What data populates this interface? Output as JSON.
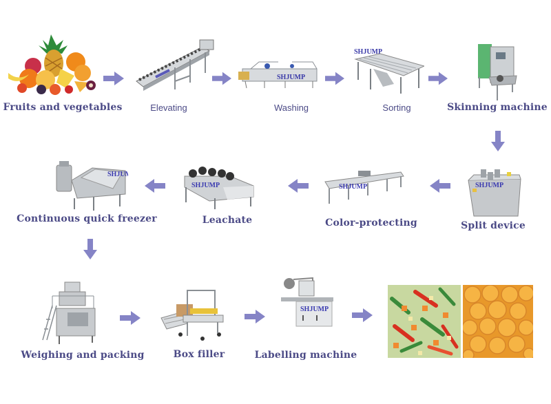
{
  "diagram": {
    "title": "Frozen fruit and vegetable processing line",
    "brand_mark": "SHJUMP",
    "colors": {
      "label": "#4b4a86",
      "arrow": "#8584c6",
      "steel": "#c9ccd0"
    },
    "steps": [
      {
        "id": 1,
        "label": "Fruits and vegetables",
        "style": "serif",
        "icon": "fruit-pile-image"
      },
      {
        "id": 2,
        "label": "Elevating",
        "style": "sans",
        "icon": "elevator-conveyor-image"
      },
      {
        "id": 3,
        "label": "Washing",
        "style": "sans",
        "icon": "washing-machine-image"
      },
      {
        "id": 4,
        "label": "Sorting",
        "style": "sans",
        "icon": "sorting-machine-image"
      },
      {
        "id": 5,
        "label": "Skinning machine",
        "style": "serif",
        "icon": "skinning-machine-image"
      },
      {
        "id": 6,
        "label": "Split device",
        "style": "serif",
        "icon": "split-device-image"
      },
      {
        "id": 7,
        "label": "Color-protecting",
        "style": "serif",
        "icon": "color-protecting-line-image"
      },
      {
        "id": 8,
        "label": "Leachate",
        "style": "serif",
        "icon": "leachate-dryer-image"
      },
      {
        "id": 9,
        "label": "Continuous quick freezer",
        "style": "serif",
        "icon": "quick-freezer-image"
      },
      {
        "id": 10,
        "label": "Weighing and packing",
        "style": "serif",
        "icon": "weighing-packing-machine-image"
      },
      {
        "id": 11,
        "label": "Box filler",
        "style": "serif",
        "icon": "box-filler-image"
      },
      {
        "id": 12,
        "label": "Labelling machine",
        "style": "serif",
        "icon": "labelling-machine-image"
      },
      {
        "id": 13,
        "label": "",
        "style": "none",
        "icon": "frozen-mixed-vegetables-photo"
      },
      {
        "id": 14,
        "label": "",
        "style": "none",
        "icon": "frozen-apricot-halves-photo"
      }
    ],
    "flow": [
      "right",
      "right",
      "right",
      "right",
      "down",
      "left",
      "left",
      "left",
      "down",
      "right",
      "right",
      "right"
    ]
  }
}
